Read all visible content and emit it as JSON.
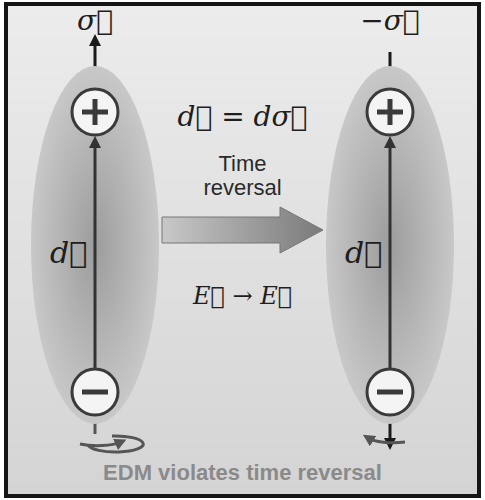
{
  "diagram": {
    "caption": "EDM violates time reversal",
    "nodes": [
      {
        "text": [
          "d⃗"
        ]
      },
      {
        "text": [
          "Time reversal"
        ]
      },
      {
        "text": [
          "d⃗"
        ]
      }
    ],
    "labels": [
      "σ⃗",
      "−σ⃗",
      "d⃗ = dσ⃗",
      "E⃗ → E⃗"
    ]
  }
}
